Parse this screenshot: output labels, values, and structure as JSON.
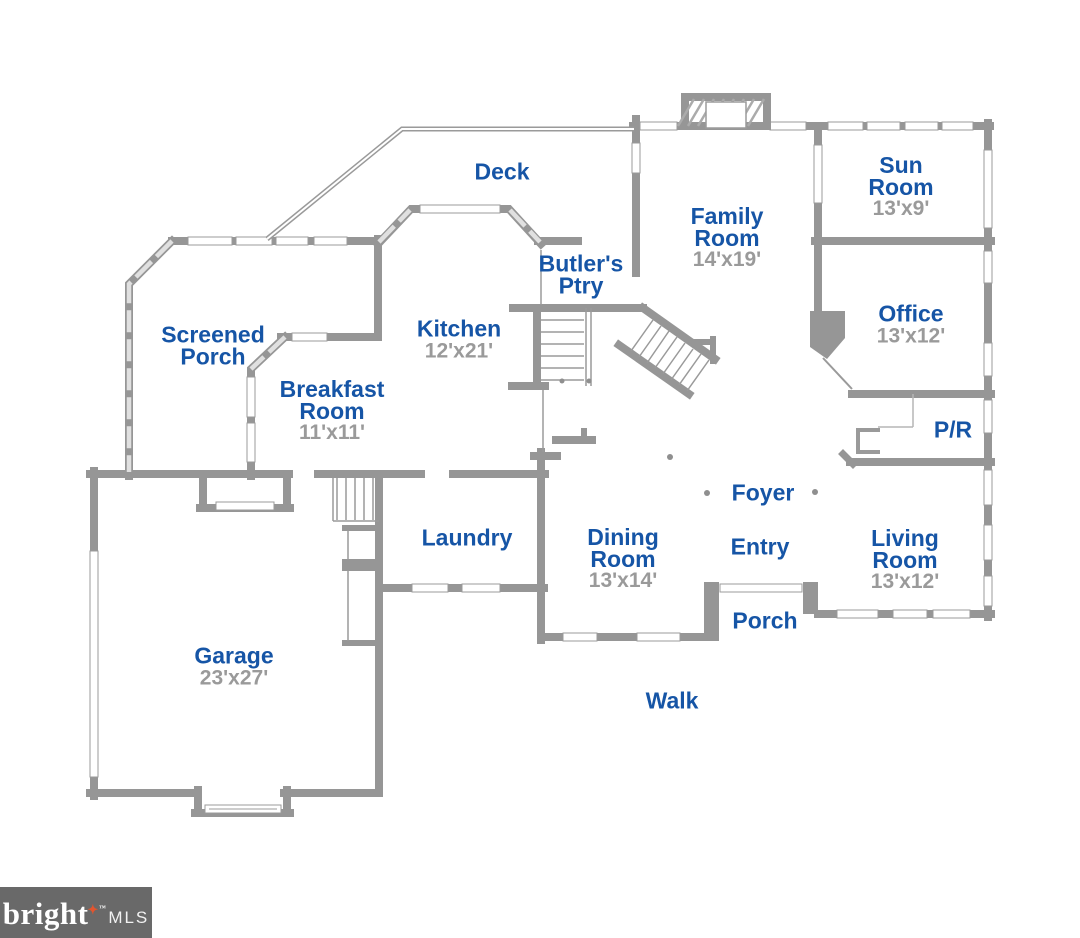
{
  "rooms": {
    "deck": {
      "line1": "Deck"
    },
    "screened_porch": {
      "line1": "Screened",
      "line2": "Porch"
    },
    "kitchen": {
      "line1": "Kitchen",
      "dims": "12'x21'"
    },
    "breakfast": {
      "line1": "Breakfast",
      "line2": "Room",
      "dims": "11'x11'"
    },
    "butlers": {
      "line1": "Butler's",
      "line2": "Ptry"
    },
    "family": {
      "line1": "Family",
      "line2": "Room",
      "dims": "14'x19'"
    },
    "sun": {
      "line1": "Sun",
      "line2": "Room",
      "dims": "13'x9'"
    },
    "office": {
      "line1": "Office",
      "dims": "13'x12'"
    },
    "powder": {
      "line1": "P/R"
    },
    "foyer": {
      "line1": "Foyer"
    },
    "entry": {
      "line1": "Entry"
    },
    "dining": {
      "line1": "Dining",
      "line2": "Room",
      "dims": "13'x14'"
    },
    "living": {
      "line1": "Living",
      "line2": "Room",
      "dims": "13'x12'"
    },
    "porch": {
      "line1": "Porch"
    },
    "laundry": {
      "line1": "Laundry"
    },
    "garage": {
      "line1": "Garage",
      "dims": "23'x27'"
    },
    "walk": {
      "line1": "Walk"
    }
  },
  "logo": {
    "brand": "bright",
    "star": "✦",
    "tm": "™",
    "suffix": "MLS"
  },
  "colors": {
    "wall": "#969696",
    "room_name": "#1655A6",
    "dimension_text": "#9A9A9A",
    "logo_bg": "#696969",
    "logo_star": "#E2552F"
  }
}
